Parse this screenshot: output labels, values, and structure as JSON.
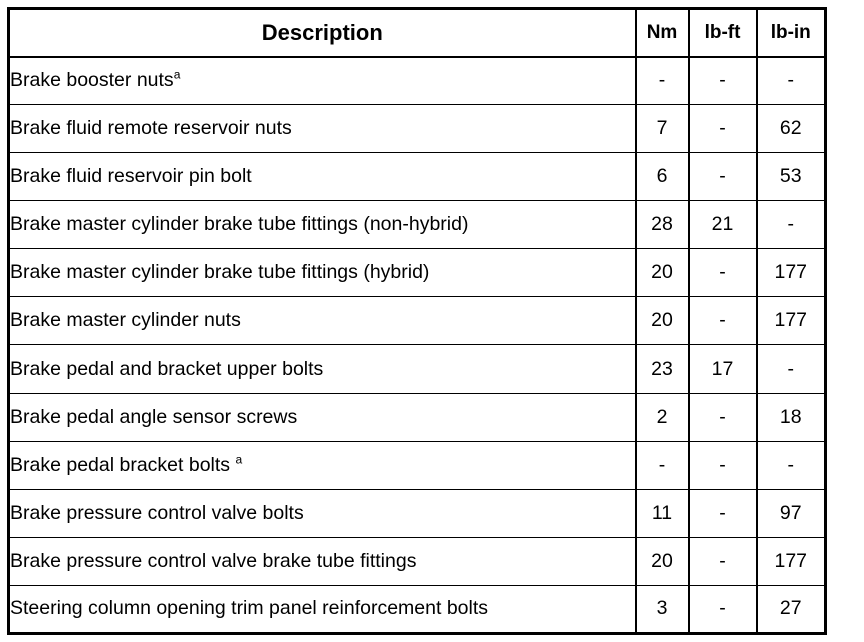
{
  "table": {
    "name": "brake-system-torque-specifications",
    "columns": [
      {
        "key": "description",
        "label": "Description",
        "align": "center"
      },
      {
        "key": "nm",
        "label": "Nm",
        "align": "center"
      },
      {
        "key": "lbft",
        "label": "lb-ft",
        "align": "center"
      },
      {
        "key": "lbin",
        "label": "lb-in",
        "align": "center"
      }
    ],
    "footnote_marker": "a",
    "rows": [
      {
        "description": "Brake booster nuts",
        "footnote": "a",
        "footnote_spaced": false,
        "nm": "-",
        "lbft": "-",
        "lbin": "-"
      },
      {
        "description": "Brake fluid remote reservoir nuts",
        "footnote": "",
        "footnote_spaced": false,
        "nm": "7",
        "lbft": "-",
        "lbin": "62"
      },
      {
        "description": "Brake fluid reservoir pin bolt",
        "footnote": "",
        "footnote_spaced": false,
        "nm": "6",
        "lbft": "-",
        "lbin": "53"
      },
      {
        "description": "Brake master cylinder brake tube fittings (non-hybrid)",
        "footnote": "",
        "footnote_spaced": false,
        "nm": "28",
        "lbft": "21",
        "lbin": "-"
      },
      {
        "description": "Brake master cylinder brake tube fittings (hybrid)",
        "footnote": "",
        "footnote_spaced": false,
        "nm": "20",
        "lbft": "-",
        "lbin": "177"
      },
      {
        "description": "Brake master cylinder nuts",
        "footnote": "",
        "footnote_spaced": false,
        "nm": "20",
        "lbft": "-",
        "lbin": "177"
      },
      {
        "description": "Brake pedal and bracket upper bolts",
        "footnote": "",
        "footnote_spaced": false,
        "nm": "23",
        "lbft": "17",
        "lbin": "-"
      },
      {
        "description": "Brake pedal angle sensor screws",
        "footnote": "",
        "footnote_spaced": false,
        "nm": "2",
        "lbft": "-",
        "lbin": "18"
      },
      {
        "description": "Brake pedal bracket bolts",
        "footnote": "a",
        "footnote_spaced": true,
        "nm": "-",
        "lbft": "-",
        "lbin": "-"
      },
      {
        "description": "Brake pressure control valve bolts",
        "footnote": "",
        "footnote_spaced": false,
        "nm": "11",
        "lbft": "-",
        "lbin": "97"
      },
      {
        "description": "Brake pressure control valve brake tube fittings",
        "footnote": "",
        "footnote_spaced": false,
        "nm": "20",
        "lbft": "-",
        "lbin": "177"
      },
      {
        "description": "Steering column opening trim panel reinforcement bolts",
        "footnote": "",
        "footnote_spaced": false,
        "nm": "3",
        "lbft": "-",
        "lbin": "27"
      }
    ]
  },
  "colors": {
    "border": "#000000",
    "background": "#ffffff",
    "text": "#000000"
  }
}
